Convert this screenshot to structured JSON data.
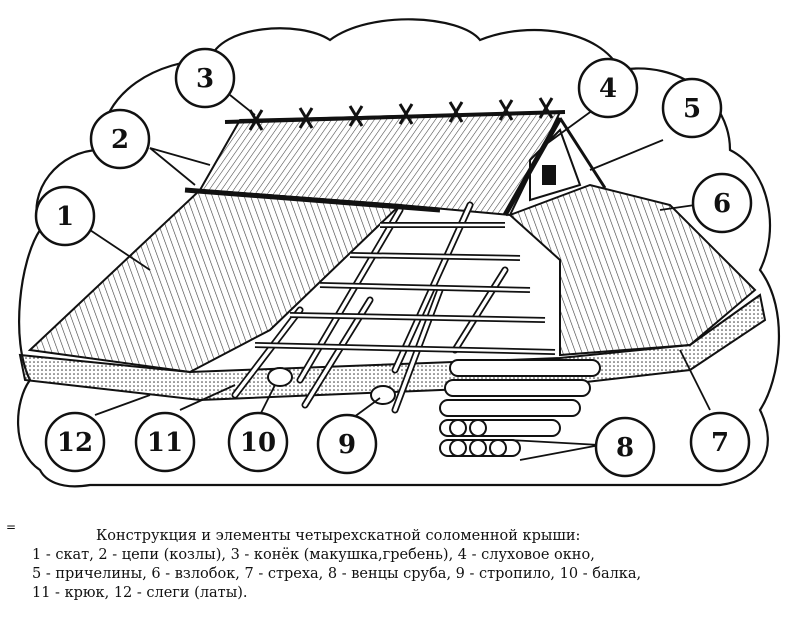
{
  "callouts": [
    {
      "num": "1",
      "term": "скат"
    },
    {
      "num": "2",
      "term": "цепи (козлы)"
    },
    {
      "num": "3",
      "term": "конёк (макушка,гребень)"
    },
    {
      "num": "4",
      "term": "слуховое окно"
    },
    {
      "num": "5",
      "term": "причелины"
    },
    {
      "num": "6",
      "term": "взлобок"
    },
    {
      "num": "7",
      "term": "стреха"
    },
    {
      "num": "8",
      "term": "венцы сруба"
    },
    {
      "num": "9",
      "term": "стропило"
    },
    {
      "num": "10",
      "term": "балка"
    },
    {
      "num": "11",
      "term": "крюк"
    },
    {
      "num": "12",
      "term": "слеги (латы)"
    }
  ],
  "caption": {
    "title": "Конструкция и элементы четырехскатной соломенной крыши:",
    "line1": "1 - скат, 2 - цепи (козлы), 3 - конёк (макушка,гребень), 4 - слуховое окно,",
    "line2": "5 - причелины, 6 - взлобок, 7 - стреха, 8 - венцы сруба, 9 - стропило, 10 - балка,",
    "line3": "11 - крюк, 12 - слеги (латы)."
  },
  "colors": {
    "ink": "#111111",
    "paper": "#ffffff",
    "thatch": "#3a3a3a"
  },
  "side_mark": "="
}
